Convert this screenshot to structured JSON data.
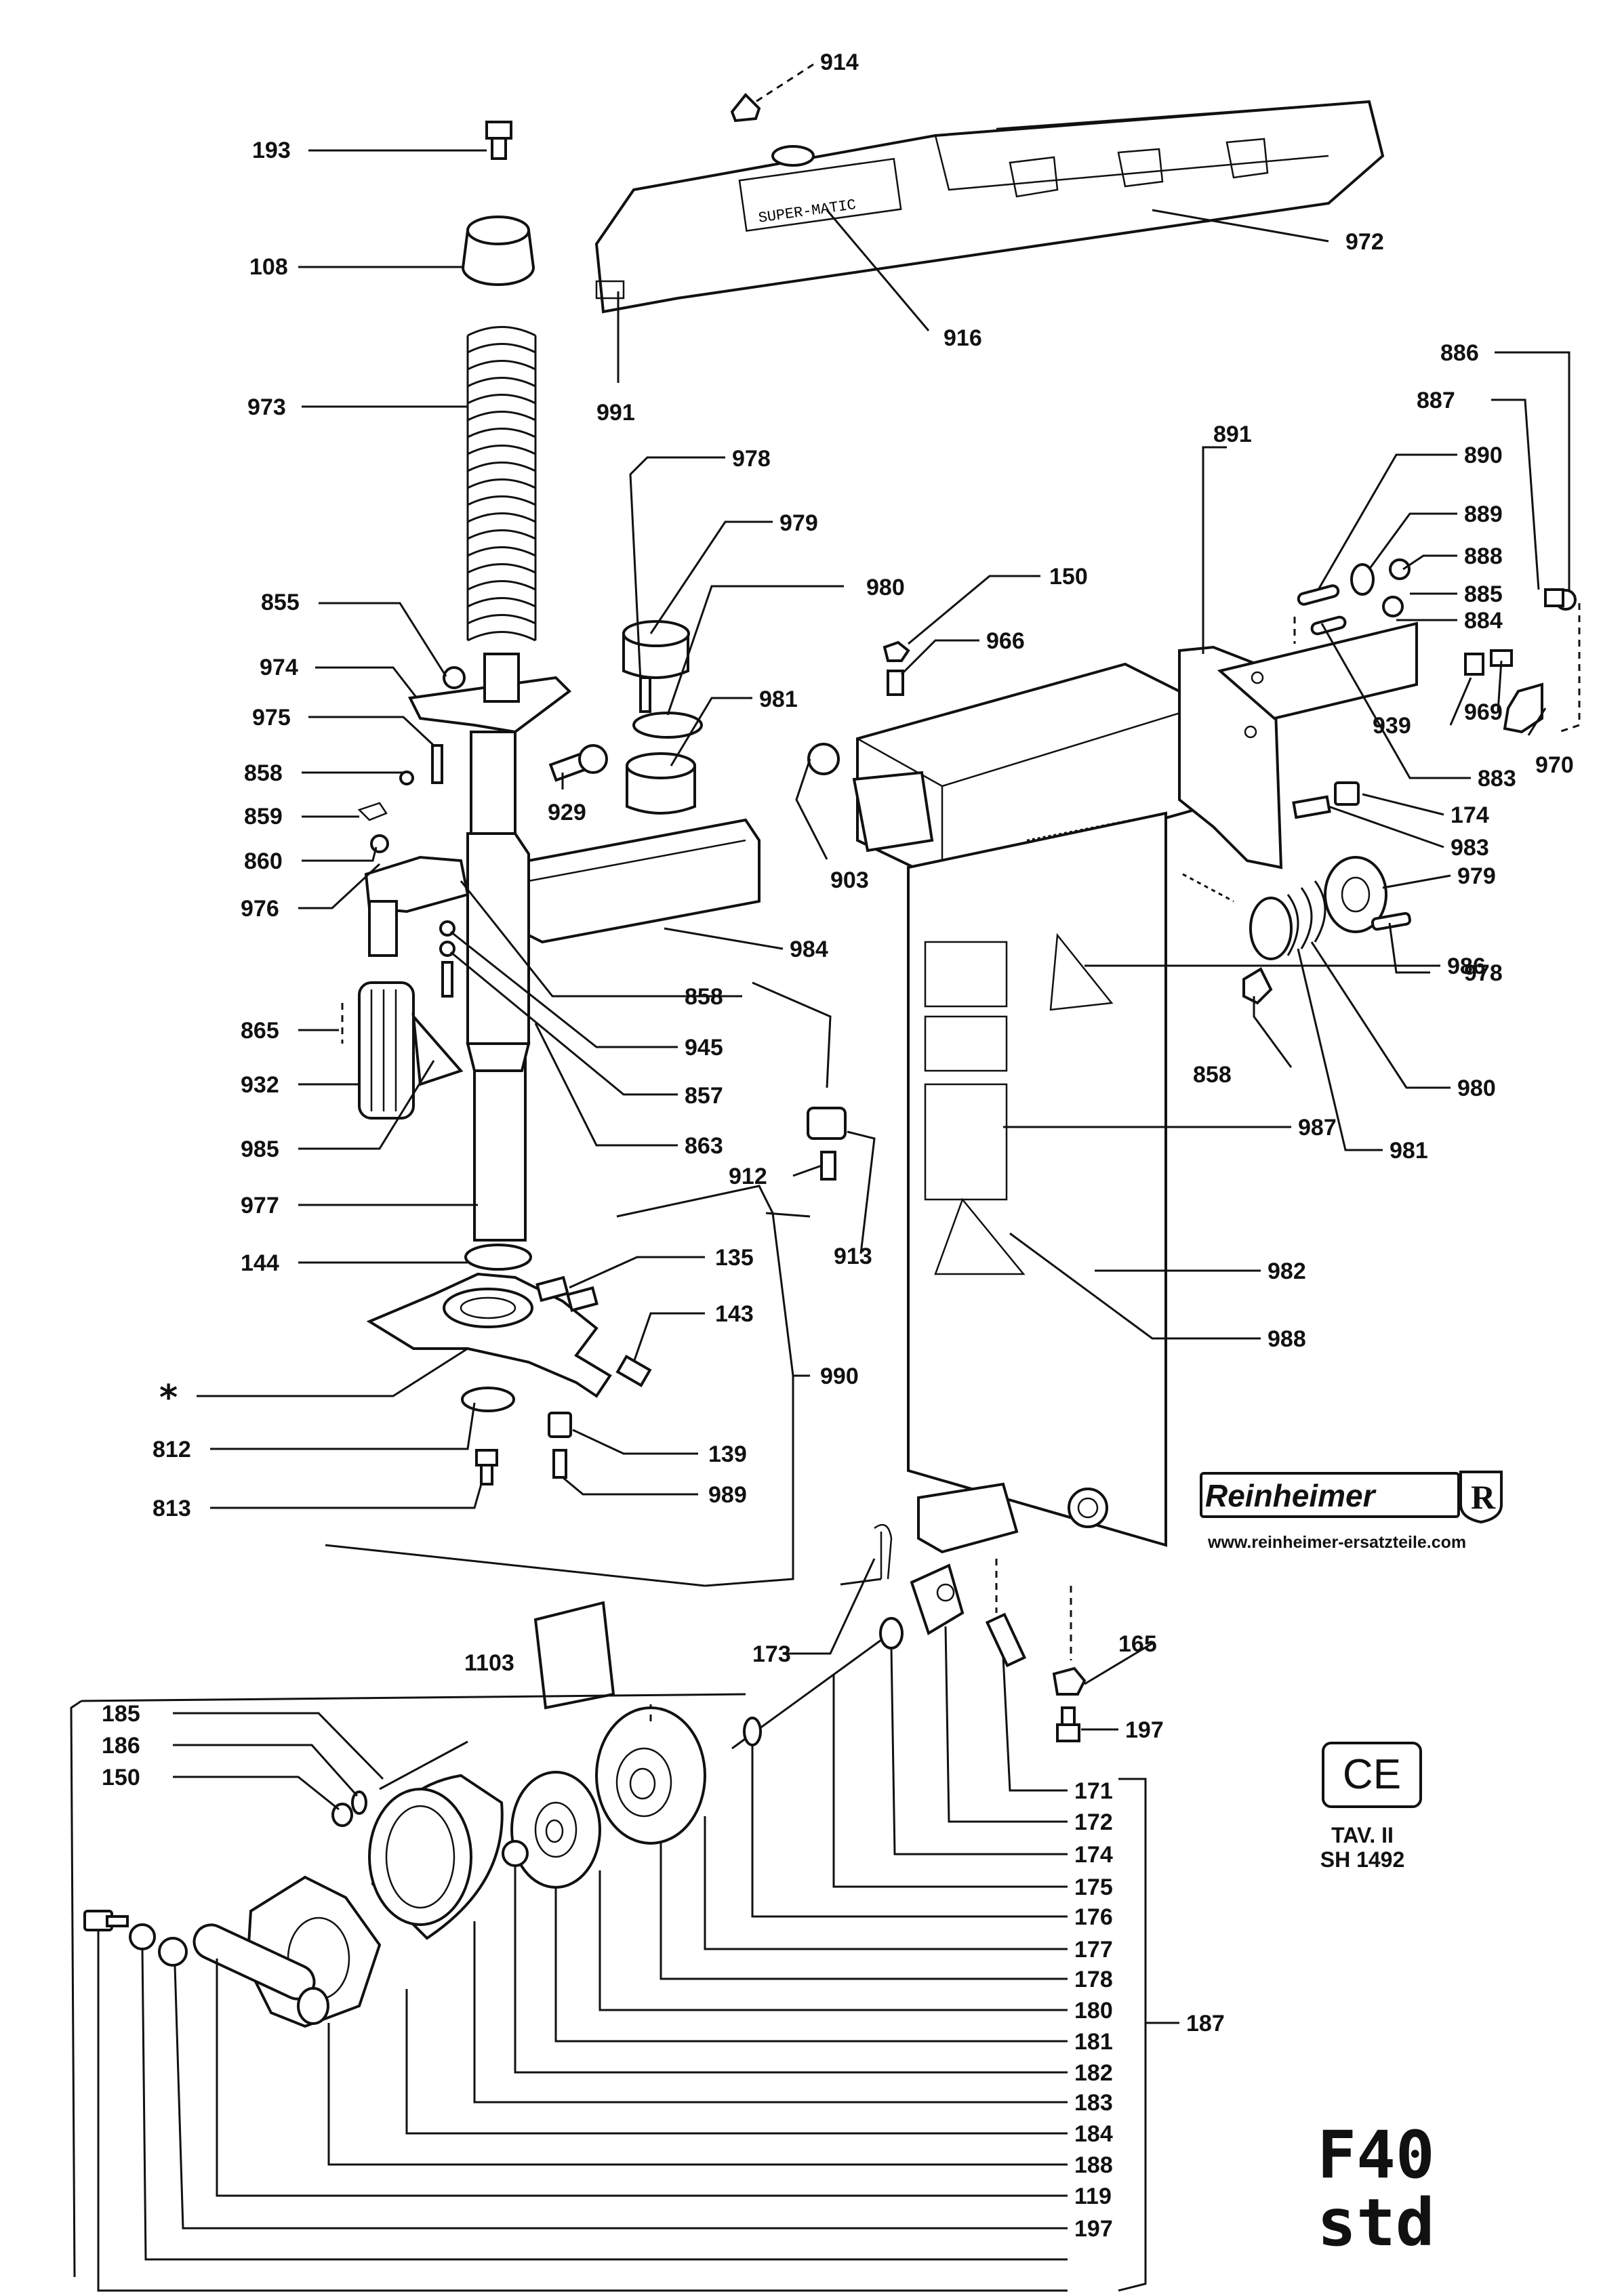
{
  "labels": {
    "l914": "914",
    "l193": "193",
    "l108": "108",
    "l972": "972",
    "l916": "916",
    "l991": "991",
    "l973": "973",
    "l978a": "978",
    "l979a": "979",
    "l980a": "980",
    "l150a": "150",
    "l966": "966",
    "l981a": "981",
    "l855": "855",
    "l974a": "974",
    "l975": "975",
    "l858a": "858",
    "l859": "859",
    "l860": "860",
    "l976": "976",
    "l929": "929",
    "l903": "903",
    "l984": "984",
    "l858b": "858",
    "l945": "945",
    "l857": "857",
    "l863": "863",
    "l865": "865",
    "l932": "932",
    "l985": "985",
    "l977": "977",
    "l144": "144",
    "l135": "135",
    "l143": "143",
    "l990": "990",
    "l812": "812",
    "l139": "139",
    "l813": "813",
    "l989": "989",
    "l912": "912",
    "l913": "913",
    "l886": "886",
    "l887": "887",
    "l891": "891",
    "l890": "890",
    "l889": "889",
    "l888": "888",
    "l885": "885",
    "l884": "884",
    "l939": "939",
    "l969": "969",
    "l883": "883",
    "l970": "970",
    "l174a": "174",
    "l983": "983",
    "l979b": "979",
    "l978b": "978",
    "l986": "986",
    "l858c": "858",
    "l980b": "980",
    "l981b": "981",
    "l987": "987",
    "l982": "982",
    "l988": "988",
    "l1103": "1103",
    "l173": "173",
    "l165": "165",
    "l197a": "197",
    "l185": "185",
    "l186": "186",
    "l150b": "150",
    "l171": "171",
    "l172": "172",
    "l174b": "174",
    "l175": "175",
    "l176": "176",
    "l177": "177",
    "l178": "178",
    "l180": "180",
    "l181": "181",
    "l182": "182",
    "l183": "183",
    "l184": "184",
    "l187": "187",
    "l188": "188",
    "l119": "119",
    "l197b": "197",
    "star": "*"
  },
  "brand": {
    "name": "Reinheimer",
    "logo_letter": "R",
    "url": "www.reinheimer-ersatzteile.com"
  },
  "ce_mark": "CE",
  "sheet": {
    "tav": "TAV. II",
    "sh": "SH 1492"
  },
  "model": {
    "line1": "F40",
    "line2": "std"
  },
  "top_cover_text": "SUPER-MATIC"
}
